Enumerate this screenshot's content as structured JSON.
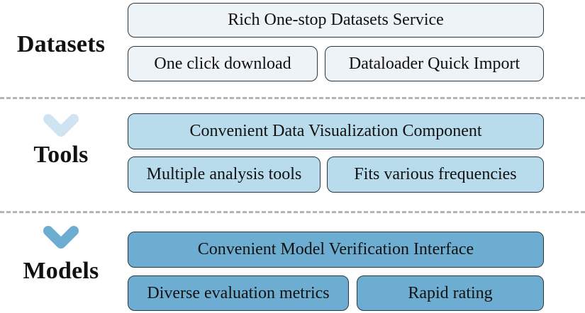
{
  "sections": {
    "datasets": {
      "label": "Datasets",
      "header": "Rich One-stop Datasets Service",
      "left": "One click download",
      "right": "Dataloader Quick Import",
      "color": "#eef3f7"
    },
    "tools": {
      "label": "Tools",
      "header": "Convenient Data Visualization Component",
      "left": "Multiple analysis tools",
      "right": "Fits various frequencies",
      "color": "#b9dcec"
    },
    "models": {
      "label": "Models",
      "header": "Convenient Model Verification Interface",
      "left": "Diverse evaluation metrics",
      "right": "Rapid rating",
      "color": "#6eadd2"
    }
  },
  "arrows": {
    "upper_color": "#d6e8f2",
    "lower_color": "#8cc0de"
  }
}
